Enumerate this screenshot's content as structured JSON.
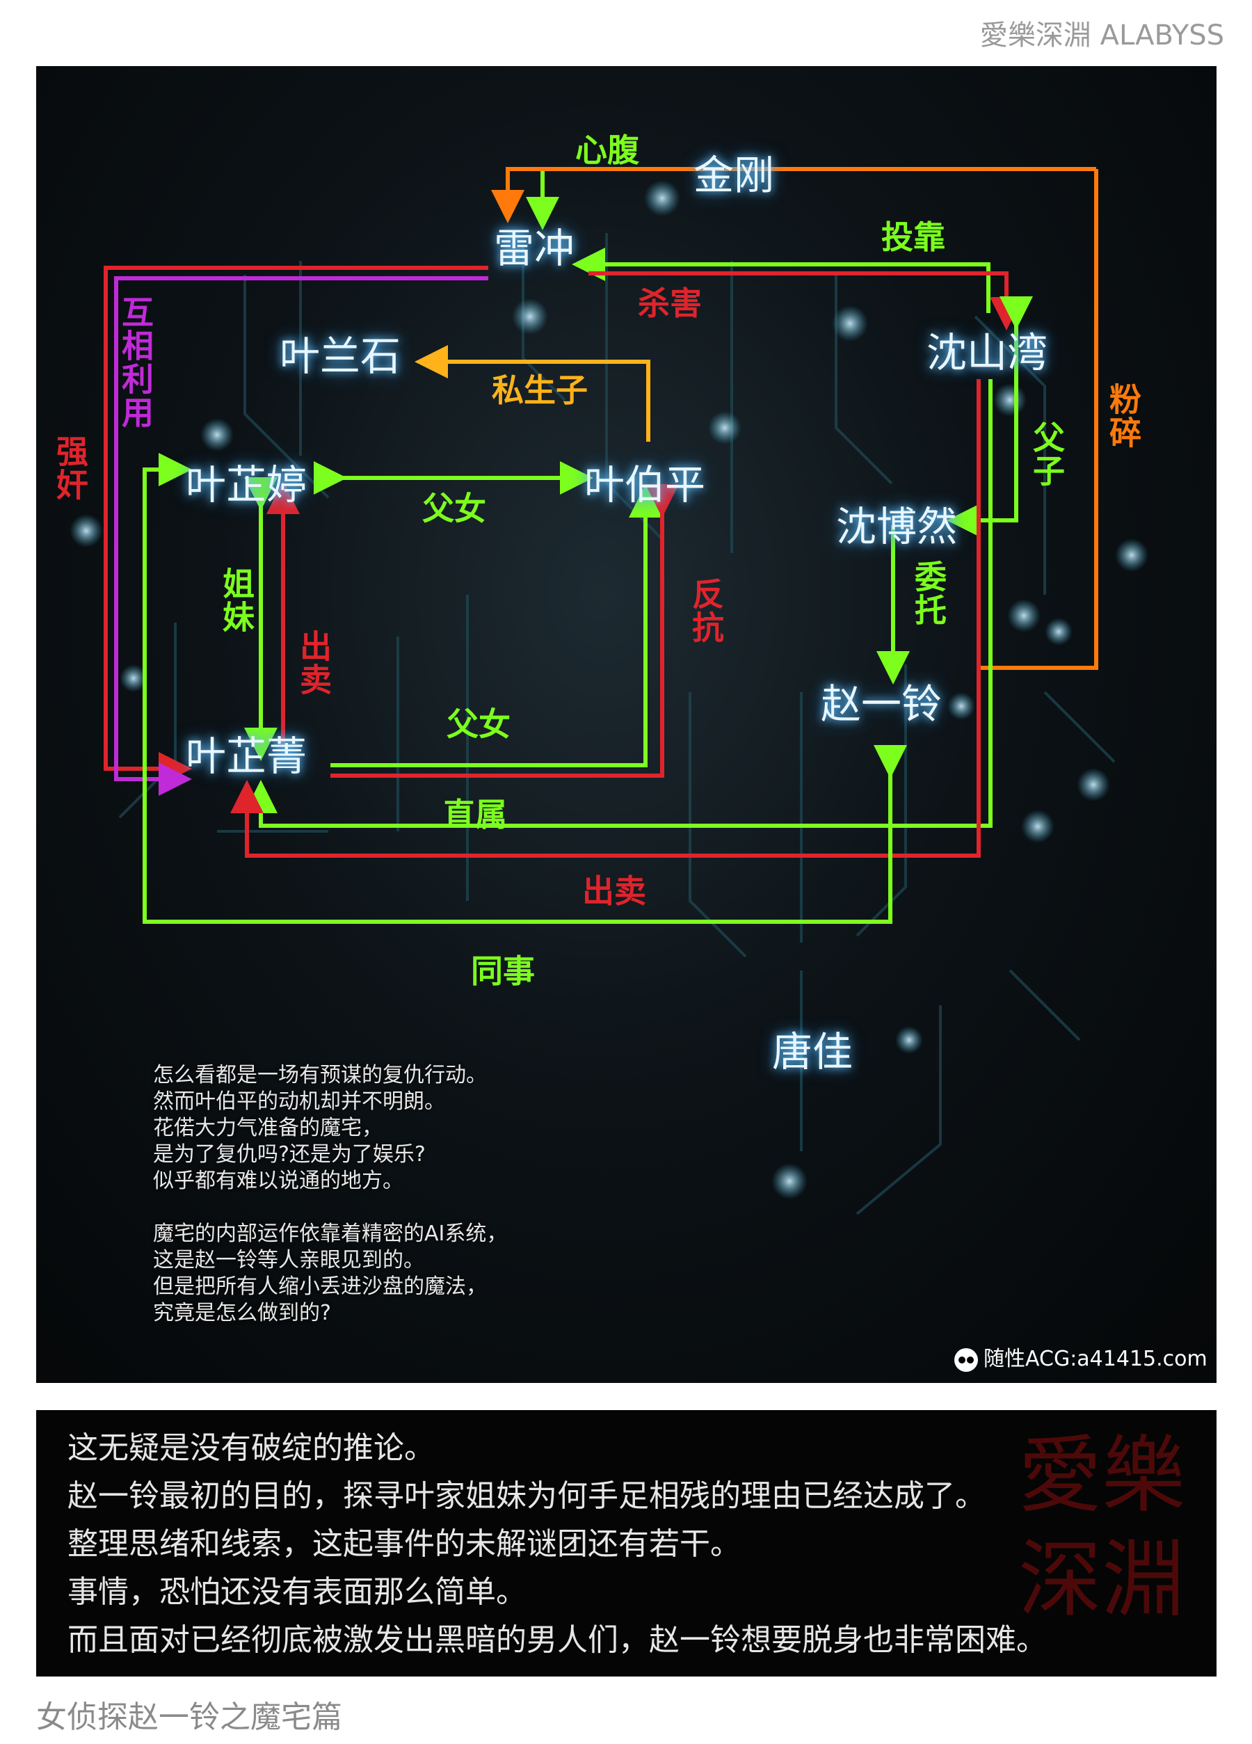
{
  "header": {
    "brand": "愛樂深淵 ALABYSS"
  },
  "diagram": {
    "nodes": {
      "jingang": "金刚",
      "leichong": "雷冲",
      "yelanshi": "叶兰石",
      "shenshanwan": "沈山湾",
      "yetingting": "叶芷婷",
      "yeboping": "叶伯平",
      "shenboran": "沈博然",
      "zhaoyiling": "赵一铃",
      "yejing": "叶芷菁",
      "tangjia": "唐佳"
    },
    "relations": {
      "xinfu": "心腹",
      "toukao": "投靠",
      "shahai": "杀害",
      "fensui": "粉碎",
      "huxiangliyong": "互相利用",
      "siliangzi": "私生子",
      "qiangjian": "强奸",
      "funv_top": "父女",
      "fuzi": "父子",
      "jiemei": "姐妹",
      "chumai_left": "出卖",
      "fankang": "反抗",
      "weituo": "委托",
      "funv_bottom": "父女",
      "zhishu": "直属",
      "chumai_bottom": "出卖",
      "tongshi": "同事"
    }
  },
  "narration": {
    "lines": [
      "怎么看都是一场有预谋的复仇行动。",
      "然而叶伯平的动机却并不明朗。",
      "花偌大力气准备的魔宅，",
      "是为了复仇吗?还是为了娱乐?",
      "似乎都有难以说通的地方。",
      "",
      "魔宅的内部运作依靠着精密的AI系统，",
      "这是赵一铃等人亲眼见到的。",
      "但是把所有人缩小丢进沙盘的魔法，",
      "究竟是怎么做到的?"
    ],
    "watermark": "随性ACG:a41415.com"
  },
  "textbox": {
    "lines": [
      "这无疑是没有破绽的推论。",
      "赵一铃最初的目的，探寻叶家姐妹为何手足相残的理由已经达成了。",
      "整理思绪和线索，这起事件的未解谜团还有若干。",
      "事情，恐怕还没有表面那么简单。",
      "而且面对已经彻底被激发出黑暗的男人们，赵一铃想要脱身也非常困难。"
    ],
    "seal_text": "愛樂深淵"
  },
  "footer": {
    "title": "女侦探赵一铃之魔宅篇"
  },
  "colors": {
    "green": "#7dff1e",
    "red": "#e0242c",
    "orange": "#ff7a0a",
    "purple": "#c02ad8",
    "gold": "#ffb21a",
    "node_glow": "#6ecbff"
  }
}
